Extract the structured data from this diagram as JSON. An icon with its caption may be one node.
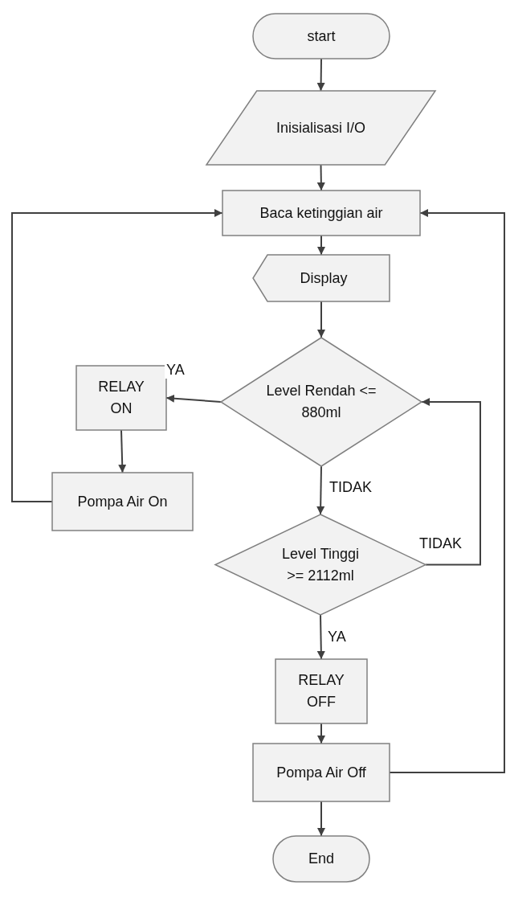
{
  "diagram": {
    "nodes": [
      {
        "text": [
          "start"
        ]
      },
      {
        "text": [
          "Inisialisasi I/O"
        ]
      },
      {
        "text": [
          "Baca ketinggian air"
        ]
      },
      {
        "text": [
          "Display"
        ]
      },
      {
        "text": [
          "Level Rendah <= 880ml"
        ]
      },
      {
        "text": [
          "RELAY ON"
        ]
      },
      {
        "text": [
          "Pompa Air On"
        ]
      },
      {
        "text": [
          "Level Tinggi >= 2112ml"
        ]
      },
      {
        "text": [
          "RELAY OFF"
        ]
      },
      {
        "text": [
          "Pompa Air Off"
        ]
      },
      {
        "text": [
          "End"
        ]
      }
    ],
    "edges": [
      {
        "from": 0,
        "to": 1,
        "arrow": "to"
      },
      {
        "from": 1,
        "to": 2,
        "arrow": "to"
      },
      {
        "from": 2,
        "to": 3,
        "arrow": "to"
      },
      {
        "from": 3,
        "to": 4,
        "arrow": "to"
      },
      {
        "from": 4,
        "to": 5,
        "arrow": "to",
        "label": "YA"
      },
      {
        "from": 5,
        "to": 6,
        "arrow": "to"
      },
      {
        "from": 6,
        "to": 2,
        "arrow": "to"
      },
      {
        "from": 4,
        "to": 7,
        "arrow": "to",
        "label": "TIDAK"
      },
      {
        "from": 7,
        "to": 4,
        "arrow": "to",
        "label": "TIDAK"
      },
      {
        "from": 7,
        "to": 8,
        "arrow": "to",
        "label": "YA"
      },
      {
        "from": 8,
        "to": 9,
        "arrow": "to"
      },
      {
        "from": 9,
        "to": 2,
        "arrow": "to"
      },
      {
        "from": 9,
        "to": 10,
        "arrow": "to"
      }
    ]
  }
}
